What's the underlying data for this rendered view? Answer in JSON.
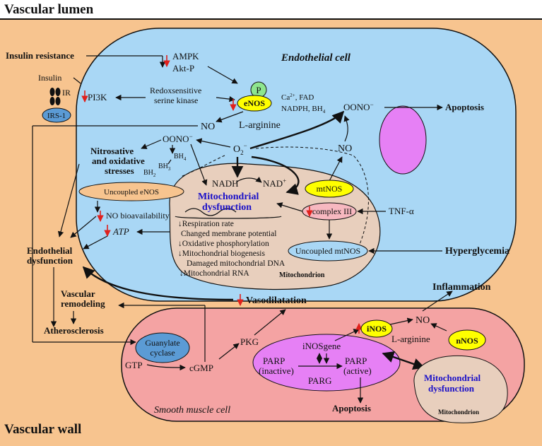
{
  "labels": {
    "vascular_lumen": "Vascular lumen",
    "vascular_wall": "Vascular wall",
    "endothelial_cell": "Endothelial cell",
    "smooth_muscle_cell": "Smooth muscle cell",
    "insulin_resistance": "Insulin resistance",
    "insulin": "Insulin",
    "ir": "IR",
    "irs1": "IRS-1",
    "pi3k": "PI3K",
    "ampk": "AMPK",
    "akt_p": "Akt-P",
    "redox_1": "Redoxsensitive",
    "redox_2": "serine kinase",
    "p": "P",
    "enos": "eNOS",
    "cofactors_1": "Ca",
    "cofactors_1_sup": "2+",
    "cofactors_1b": ", FAD",
    "cofactors_2": "NADPH, BH",
    "cofactors_2_sub": "4",
    "no_main": "NO",
    "l_arginine": "L-arginine",
    "oono_top": "OONO",
    "oono_top_sup": "−",
    "apoptosis_top": "Apoptosis",
    "oono_left": "OONO",
    "oono_left_sup": "−",
    "bh4": "BH",
    "bh4_sub": "4",
    "bh3": "BH",
    "bh3_sub": "3",
    "bh2": "BH",
    "bh2_sub": "2",
    "o2": "O",
    "o2_sub": "2",
    "o2_sup": "−",
    "nitrosative_1": "Nitrosative",
    "nitrosative_2": "and oxidative",
    "nitrosative_3": "stresses",
    "uncoupled_enos": "Uncoupled eNOS",
    "no_bioavailability": "NO bioavailability",
    "atp": "ATP",
    "nadh": "NADH",
    "nad": "NAD",
    "nad_sup": "+",
    "no_mito": "NO",
    "mtnos": "mtNOS",
    "mito_dys_1": "Mitochondrial",
    "mito_dys_2": "dysfunction",
    "complex_iii": "complex III",
    "tnf_alpha": "TNF-α",
    "uncoupled_mtnos": "Uncoupled mtNOS",
    "hyperglycemia": "Hyperglycemia",
    "mito_effects": [
      "Respiration rate",
      "Changed membrane potential",
      "Oxidative phosphorylation",
      "Mitochondrial biogenesis",
      "Damaged mitochondrial DNA",
      "Mitochondrial RNA"
    ],
    "mitochondrion": "Mitochondrion",
    "endothelial_dys_1": "Endothelial",
    "endothelial_dys_2": "dysfunction",
    "vascular_remodeling_1": "Vascular",
    "vascular_remodeling_2": "remodeling",
    "atherosclerosis": "Atherosclerosis",
    "vasodilatation": "Vasodilatation",
    "inflammation": "Inflammation",
    "guanylate_1": "Guanylate",
    "guanylate_2": "cyclase",
    "gtp": "GTP",
    "cgmp": "cGMP",
    "pkg": "PKG",
    "inosgene": "iNOSgene",
    "parp_inactive_1": "PARP",
    "parp_inactive_2": "(inactive)",
    "parp_active_1": "PARP",
    "parp_active_2": "(active)",
    "parg": "PARG",
    "apoptosis_smc": "Apoptosis",
    "inos": "iNOS",
    "no_smc": "NO",
    "l_arginine_smc": "L-arginine",
    "nnos": "nNOS",
    "mito_dys_smc_1": "Mitochondrial",
    "mito_dys_smc_2": "dysfunction",
    "mitochondrion_smc": "Mitochondrion"
  },
  "colors": {
    "wall": "#f7c48f",
    "endothelial": "#a9d7f5",
    "smooth_muscle": "#f4a3a3",
    "mitochondria": "#e8cfbd",
    "enos_yellow": "#ffff00",
    "p_green": "#8ee68e",
    "irs1_blue": "#5b9bd5",
    "complex_pink": "#f7b8c0",
    "purple": "#e680f5",
    "red_arrow": "#e0201c",
    "blue_text": "#1a10c8"
  }
}
